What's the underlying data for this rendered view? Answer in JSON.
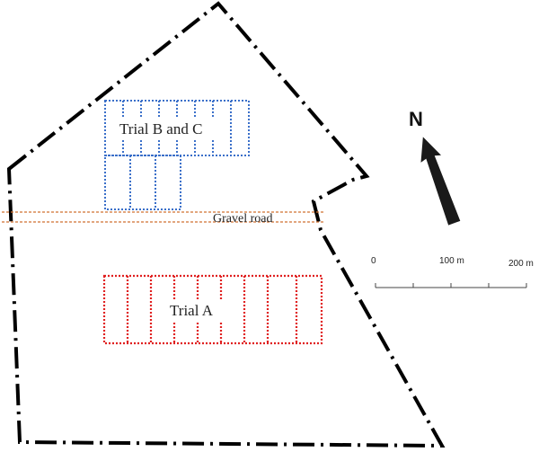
{
  "labels": {
    "trial_bc": "Trial B and C",
    "trial_a": "Trial A",
    "road": "Gravel road",
    "north": "N"
  },
  "scale_bar": {
    "ticks": [
      "0",
      "100 m",
      "200 m"
    ]
  },
  "colors": {
    "boundary": "#000000",
    "trial_bc": "#3a6fc9",
    "trial_a": "#e02020",
    "road": "#d07030",
    "arrow": "#1a1a1a"
  },
  "icons": {
    "north_arrow": "north-arrow-icon"
  }
}
